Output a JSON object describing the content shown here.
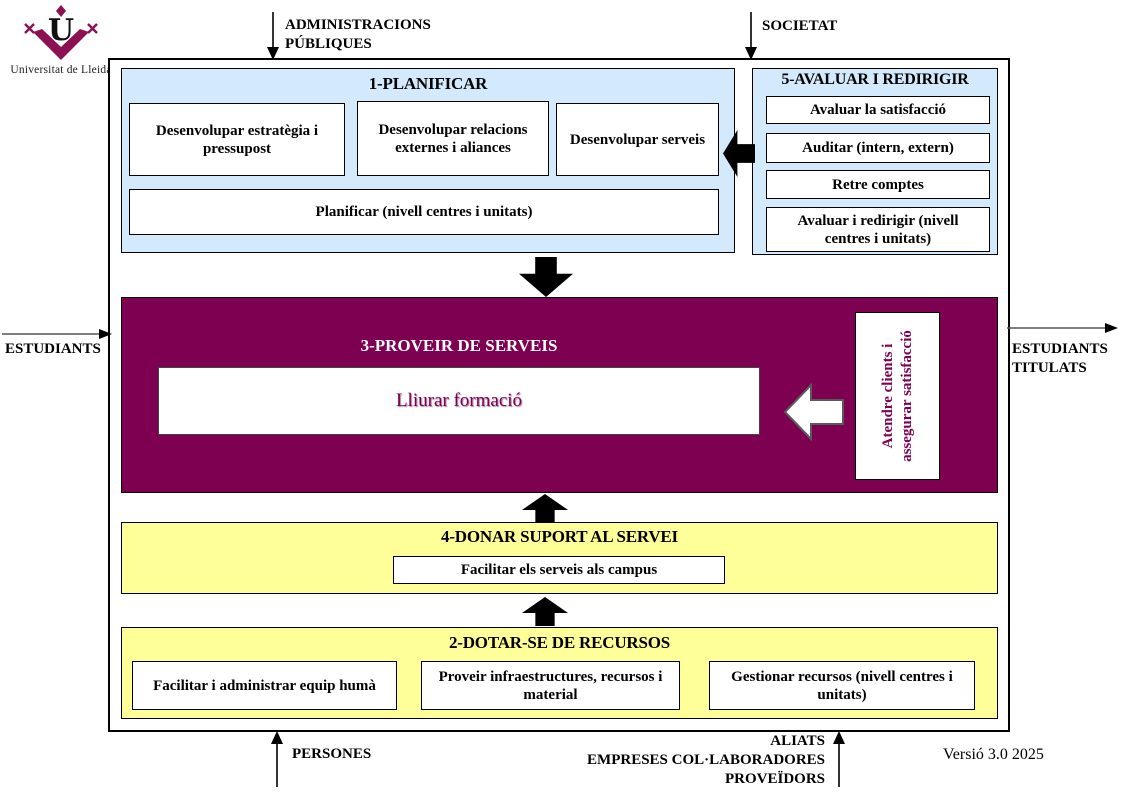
{
  "logo": {
    "caption": "Universitat de Lleida"
  },
  "inputs": {
    "administracions": "ADMINISTRACIONS\nPÚBLIQUES",
    "societat": "SOCIETAT",
    "estudiants": "ESTUDIANTS",
    "estudiants_titulats": "ESTUDIANTS\nTITULATS",
    "persones": "PERSONES",
    "aliats": "ALIATS\nEMPRESES COL·LABORADORES\nPROVEÏDORS"
  },
  "planificar": {
    "title": "1-PLANIFICAR",
    "items": [
      {
        "label": "Desenvolupar estratègia i pressupost"
      },
      {
        "label": "Desenvolupar relacions externes i aliances"
      },
      {
        "label": "Desenvolupar serveis"
      },
      {
        "label": "Planificar (nivell centres i unitats)"
      }
    ]
  },
  "avaluar": {
    "title": "5-AVALUAR I REDIRIGIR",
    "items": [
      {
        "label": "Avaluar la satisfacció"
      },
      {
        "label": "Auditar (intern, extern)"
      },
      {
        "label": "Retre comptes"
      },
      {
        "label": "Avaluar i redirigir (nivell centres i unitats)"
      }
    ]
  },
  "proveir": {
    "title": "3-PROVEIR DE SERVEIS",
    "main_item": "Lliurar formació",
    "side_item": "Atendre clients i\nassegurar satisfacció"
  },
  "suport": {
    "title": "4-DONAR SUPORT AL SERVEI",
    "items": [
      {
        "label": "Facilitar els serveis als campus"
      }
    ]
  },
  "recursos": {
    "title": "2-DOTAR-SE DE RECURSOS",
    "items": [
      {
        "label": "Facilitar i administrar equip humà"
      },
      {
        "label": "Proveir infraestructures, recursos i material"
      },
      {
        "label": "Gestionar recursos (nivell centres i unitats)"
      }
    ]
  },
  "footer": {
    "version": "Versió 3.0  2025"
  },
  "colors": {
    "light_blue": "#d3eafc",
    "yellow": "#ffff99",
    "magenta": "#7e0051",
    "logo_magenta": "#8b1152"
  }
}
